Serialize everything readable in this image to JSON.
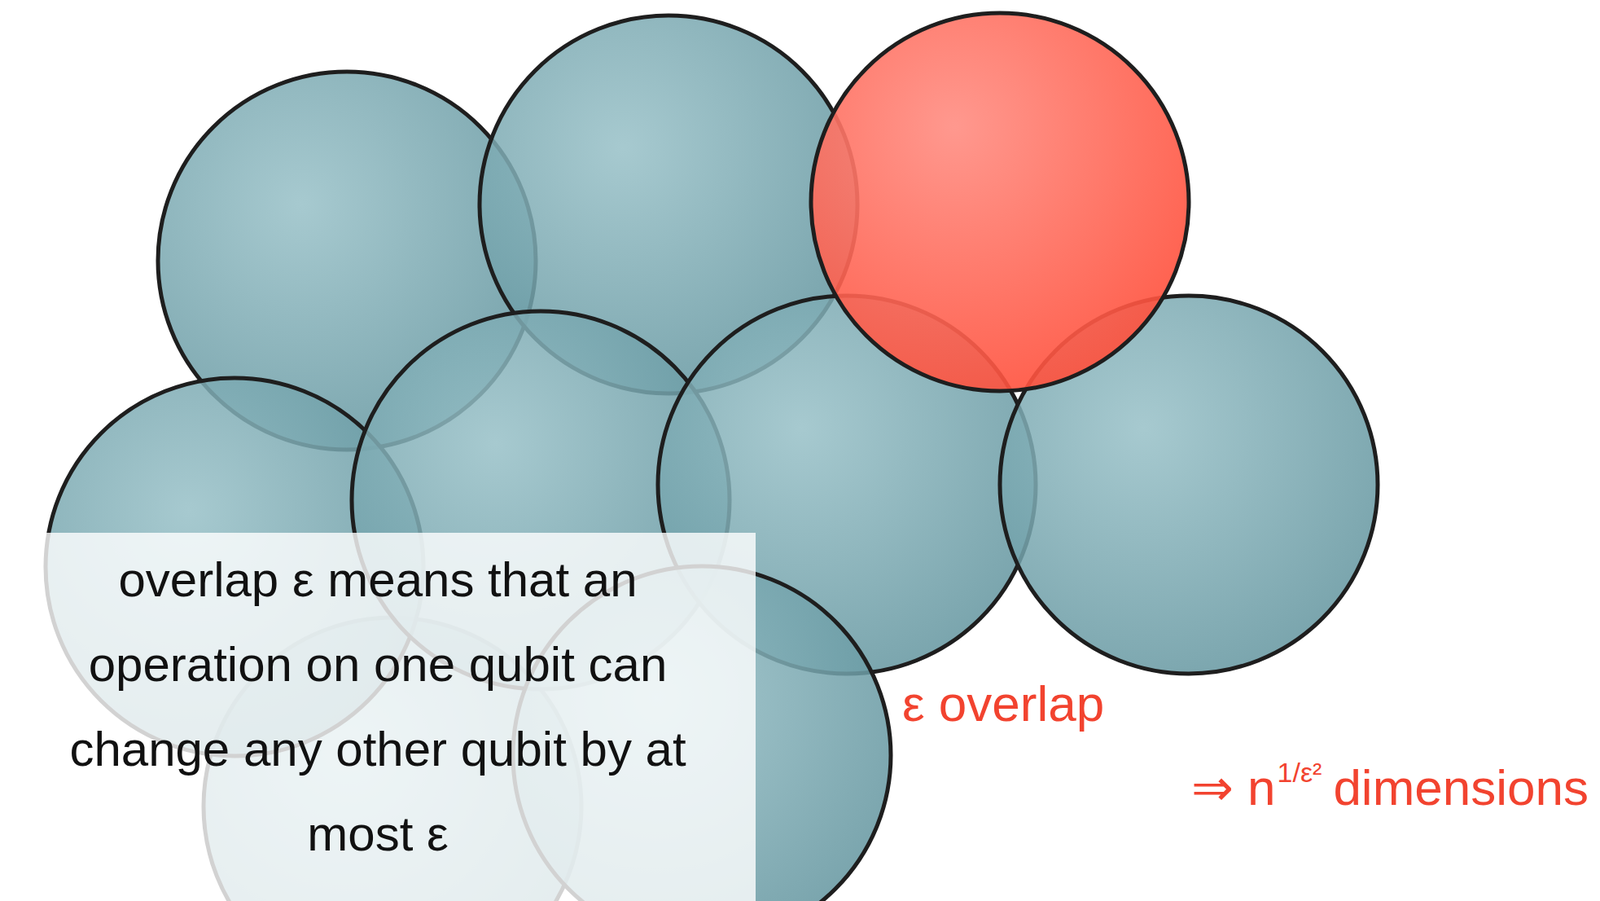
{
  "diagram": {
    "nodes": [
      {
        "text": [
          "overlap ε means that an operation on one qubit can change any other qubit by at most ε"
        ]
      }
    ],
    "labels": [
      "ε overlap",
      "⇒ n",
      "1/ε²",
      "dimensions"
    ]
  }
}
